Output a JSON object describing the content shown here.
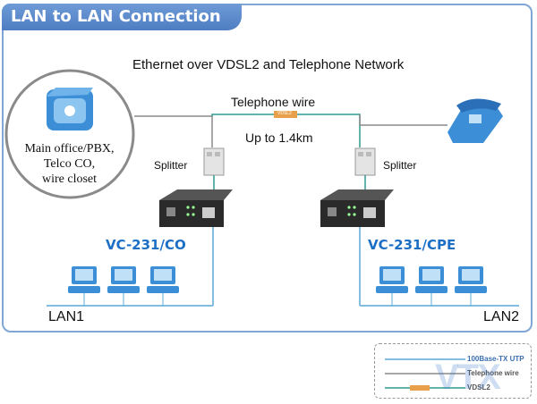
{
  "title": "LAN to LAN Connection",
  "subtitle": "Ethernet over VDSL2 and Telephone Network",
  "telephone_wire_label": "Telephone wire",
  "vdsl2_tag": "VDSL2",
  "distance_label": "Up to 1.4km",
  "splitter_left": "Splitter",
  "splitter_right": "Splitter",
  "office": {
    "line1": "Main office/PBX,",
    "line2": "Telco CO,",
    "line3": "wire closet"
  },
  "model_left": "VC-231/CO",
  "model_right": "VC-231/CPE",
  "lan_left": "LAN1",
  "lan_right": "LAN2",
  "legend": {
    "item1": "100Base-TX UTP",
    "item2": "Telephone wire",
    "item3": "VDSL2"
  },
  "watermark": "VTX",
  "colors": {
    "utp": "#5aa9d6",
    "telephone": "#8a8a8a",
    "vdsl": "#2e9a8e",
    "accent": "#1c6fc5"
  }
}
